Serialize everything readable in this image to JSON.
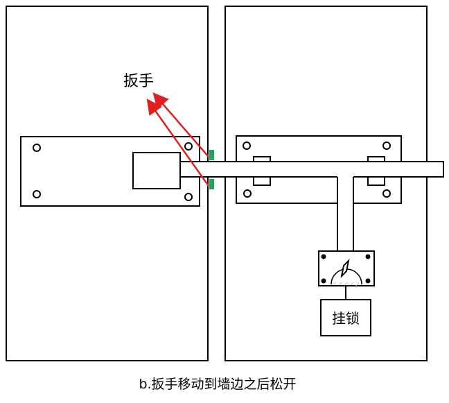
{
  "labels": {
    "wrench": "扳手",
    "padlock": "挂锁",
    "caption": "b.扳手移动到墙边之后松开"
  },
  "colors": {
    "line": "#000000",
    "background": "#ffffff",
    "arrow": "#e02020",
    "contact_marker": "#2e9e5b",
    "hatch": "#bdbdbd"
  }
}
